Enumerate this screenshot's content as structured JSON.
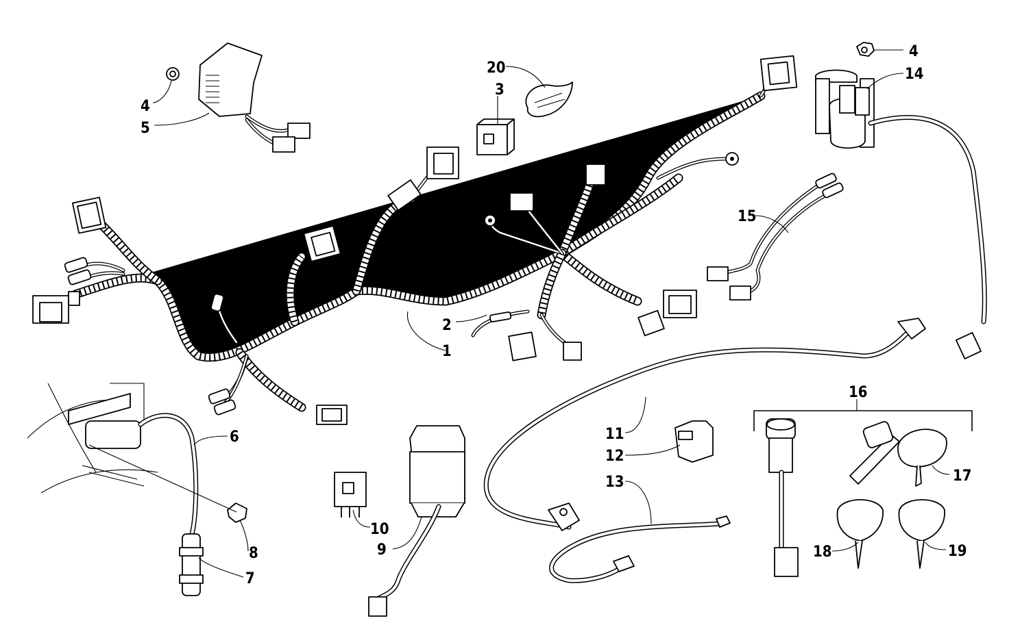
{
  "diagram": {
    "callouts": [
      {
        "id": "1",
        "label": "1"
      },
      {
        "id": "2",
        "label": "2"
      },
      {
        "id": "3",
        "label": "3"
      },
      {
        "id": "4a",
        "label": "4"
      },
      {
        "id": "4b",
        "label": "4"
      },
      {
        "id": "5",
        "label": "5"
      },
      {
        "id": "6",
        "label": "6"
      },
      {
        "id": "7",
        "label": "7"
      },
      {
        "id": "8",
        "label": "8"
      },
      {
        "id": "9",
        "label": "9"
      },
      {
        "id": "10",
        "label": "10"
      },
      {
        "id": "11",
        "label": "11"
      },
      {
        "id": "12",
        "label": "12"
      },
      {
        "id": "13",
        "label": "13"
      },
      {
        "id": "14",
        "label": "14"
      },
      {
        "id": "15",
        "label": "15"
      },
      {
        "id": "16",
        "label": "16"
      },
      {
        "id": "17",
        "label": "17"
      },
      {
        "id": "18",
        "label": "18"
      },
      {
        "id": "19",
        "label": "19"
      },
      {
        "id": "20",
        "label": "20"
      }
    ]
  }
}
